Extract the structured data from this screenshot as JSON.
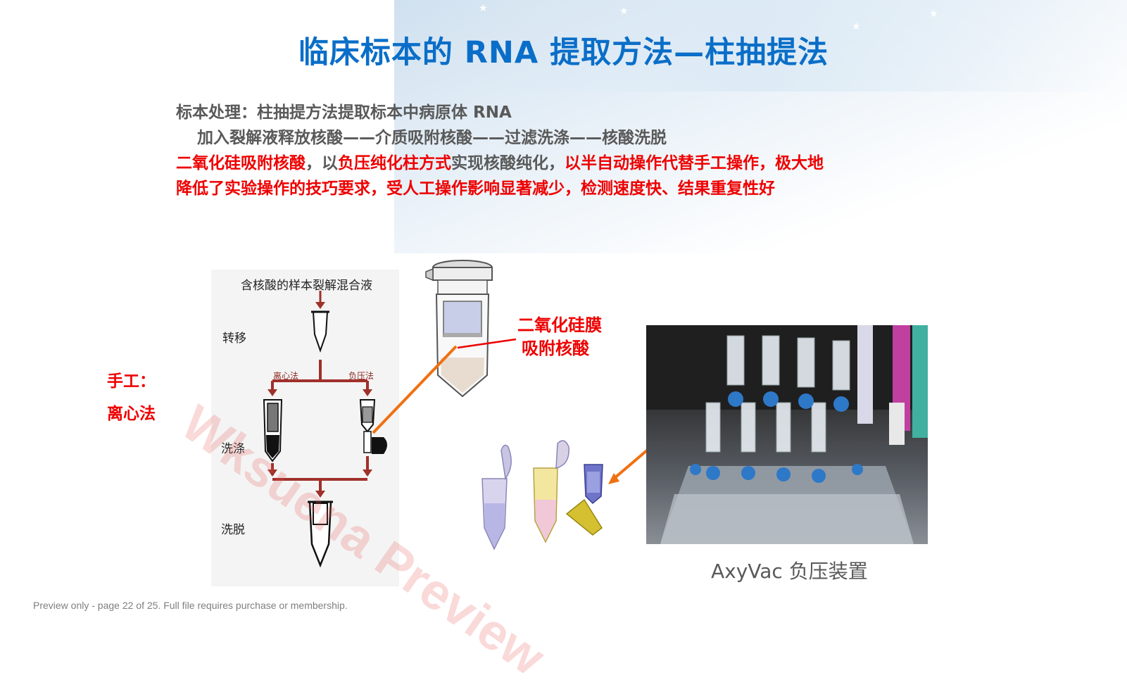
{
  "slide": {
    "title": "临床标本的 RNA 提取方法—柱抽提法",
    "line1": "标本处理：柱抽提方法提取标本中病原体  RNA",
    "line2": "加入裂解液释放核酸——介质吸附核酸——过滤洗涤——核酸洗脱",
    "line3_part1": "二氧化硅吸附核酸",
    "line3_part2": "，以",
    "line3_part3": "负压纯化柱方式",
    "line3_part4": "实现核酸纯化，",
    "line3_part5": "以半自动操作代替手工操作，极大地",
    "line4": "降低了实验操作的技巧要求，受人工操作影响显著减少，检测速度快、结果重复性好",
    "manual_label_1": "手工：",
    "manual_label_2": "离心法",
    "diagram": {
      "top_caption": "含核酸的样本裂解混合液",
      "transfer": "转移",
      "centrifuge": "离心法",
      "negative_pressure": "负压法",
      "wash": "洗涤",
      "elute": "洗脱"
    },
    "silica_label_1": "二氧化硅膜",
    "silica_label_2": "吸附核酸",
    "device_caption": "AxyVac  负压装置",
    "watermark": "Wksuena Preview",
    "footer": "Preview only - page 22 of 25. Full file requires purchase or membership."
  },
  "colors": {
    "title_blue": "#0a6ec8",
    "emphasis_red": "#ee0000",
    "body_gray": "#595959",
    "arrow_orange": "#f07010",
    "diagram_red": "#a0302a"
  }
}
